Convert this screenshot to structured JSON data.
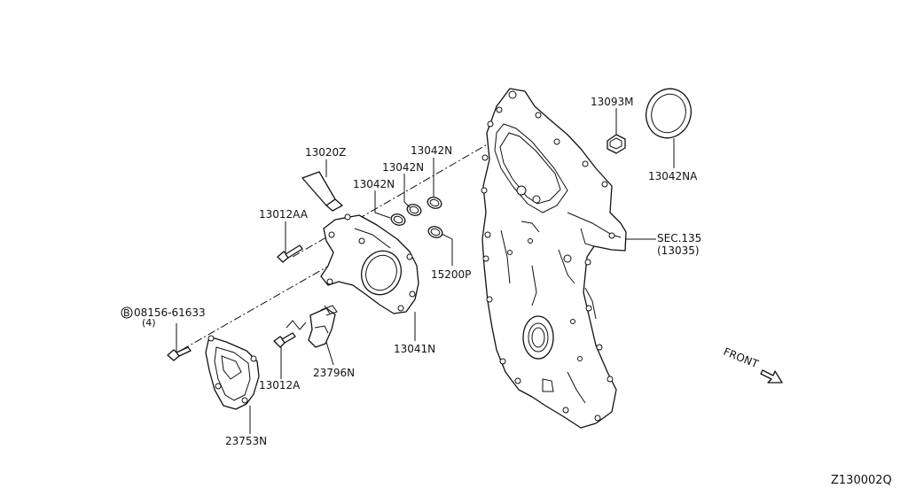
{
  "labels": {
    "p13020z": "13020Z",
    "p13012aa": "13012AA",
    "p13042n_a": "13042N",
    "p13042n_b": "13042N",
    "p13042n_c": "13042N",
    "p15200p": "15200P",
    "p13041n": "13041N",
    "p13093m": "13093M",
    "p13042na": "13042NA",
    "sec_135": "SEC.135",
    "sec_135_sub": "(13035)",
    "bolt_circle_letter": "B",
    "bolt_08156": "08156-61633",
    "bolt_08156_qty": "(4)",
    "p23796n": "23796N",
    "p13012a": "13012A",
    "p23753n": "23753N",
    "front": "FRONT",
    "diagram_ref": "Z130002Q"
  }
}
